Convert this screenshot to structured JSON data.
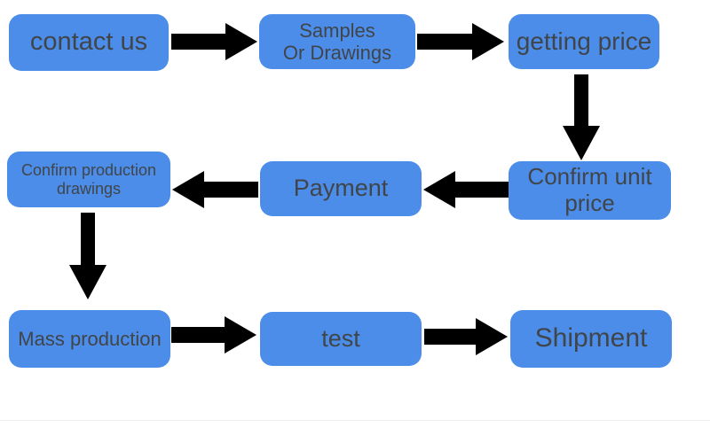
{
  "diagram": {
    "background_color": "#ffffff",
    "node_fill_color": "#4b8de8",
    "node_text_color": "#414549",
    "arrow_color": "#000000",
    "nodes": [
      {
        "id": "contact-us",
        "label": "contact us"
      },
      {
        "id": "samples-or-drawings",
        "label": "Samples\nOr Drawings"
      },
      {
        "id": "getting-price",
        "label": "getting price"
      },
      {
        "id": "confirm-production-drawings",
        "label": "Confirm production\ndrawings"
      },
      {
        "id": "payment",
        "label": "Payment"
      },
      {
        "id": "confirm-unit-price",
        "label": "Confirm unit\nprice"
      },
      {
        "id": "mass-production",
        "label": "Mass production"
      },
      {
        "id": "test",
        "label": "test"
      },
      {
        "id": "shipment",
        "label": "Shipment"
      }
    ],
    "edges": [
      {
        "from": "contact-us",
        "to": "samples-or-drawings",
        "direction": "right"
      },
      {
        "from": "samples-or-drawings",
        "to": "getting-price",
        "direction": "right"
      },
      {
        "from": "getting-price",
        "to": "confirm-unit-price",
        "direction": "down"
      },
      {
        "from": "confirm-unit-price",
        "to": "payment",
        "direction": "left"
      },
      {
        "from": "payment",
        "to": "confirm-production-drawings",
        "direction": "left"
      },
      {
        "from": "confirm-production-drawings",
        "to": "mass-production",
        "direction": "down"
      },
      {
        "from": "mass-production",
        "to": "test",
        "direction": "right"
      },
      {
        "from": "test",
        "to": "shipment",
        "direction": "right"
      }
    ]
  }
}
